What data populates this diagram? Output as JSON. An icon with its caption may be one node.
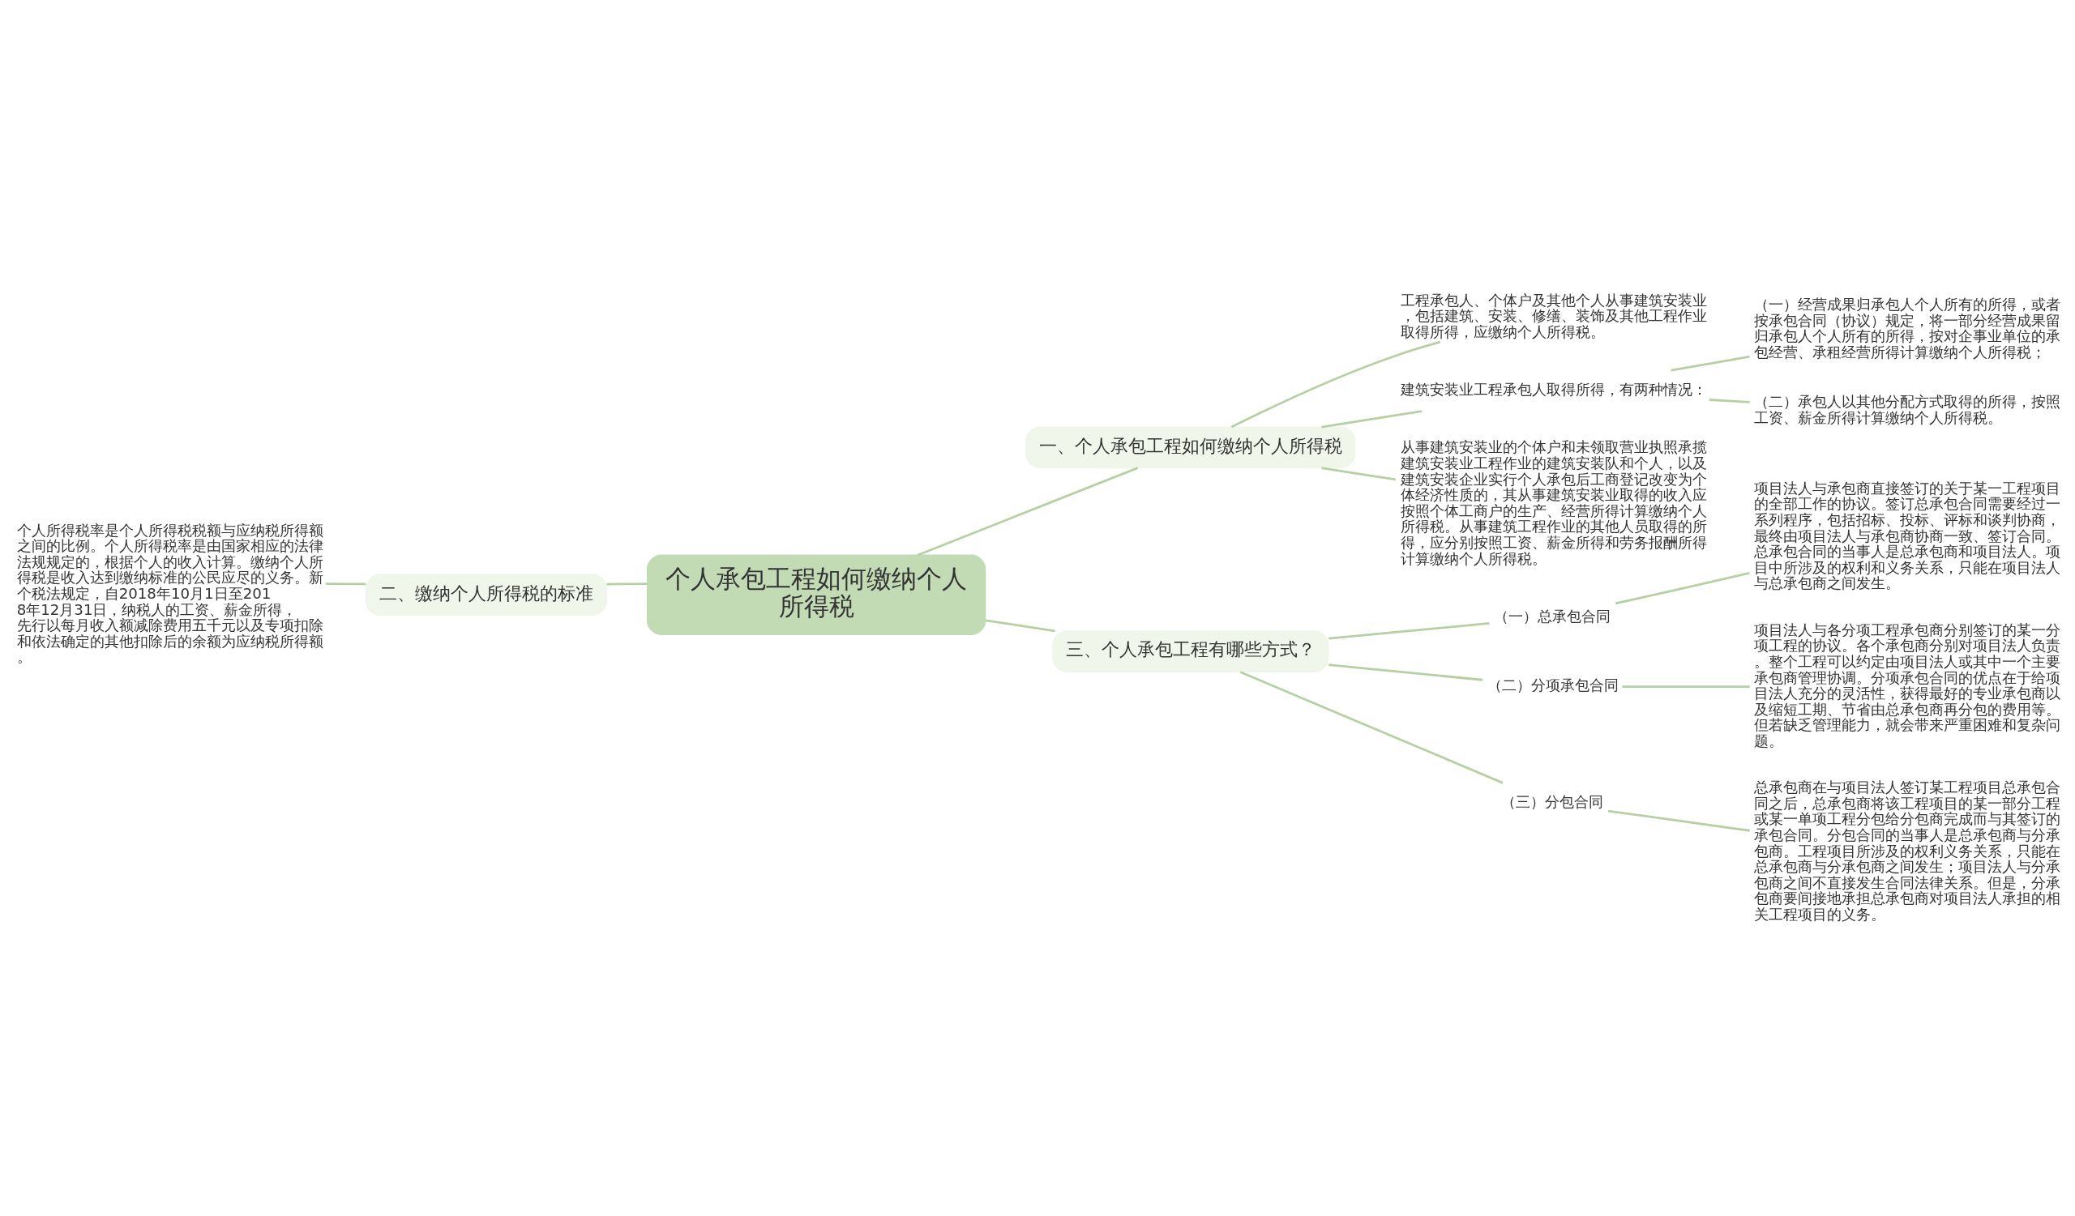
{
  "diagram": {
    "nodes": [
      {
        "text": [
          "个人承包工程如何缴纳个人所得税"
        ]
      },
      {
        "text": [
          "一、个人承包工程如何缴纳个人所得税"
        ]
      },
      {
        "text": [
          "工程承包人、个体户及其他个人从事建筑安装业，包括建筑、安装、修缮、装饰及其他工程作业取得所得，应缴纳个人所得税。"
        ]
      },
      {
        "text": [
          "建筑安装业工程承包人取得所得，有两种情况："
        ]
      },
      {
        "text": [
          "（一）经营成果归承包人个人所有的所得，或者按承包合同（协议）规定，将一部分经营成果留归承包人个人所有的所得，按对企事业单位的承包经营、承租经营所得计算缴纳个人所得税；"
        ]
      },
      {
        "text": [
          "（二）承包人以其他分配方式取得的所得，按照工资、薪金所得计算缴纳个人所得税。"
        ]
      },
      {
        "text": [
          "从事建筑安装业的个体户和未领取营业执照承揽建筑安装业工程作业的建筑安装队和个人，以及建筑安装企业实行个人承包后工商登记改变为个体经济性质的，其从事建筑安装业取得的收入应按照个体工商户的生产、经营所得计算缴纳个人所得税。从事建筑工程作业的其他人员取得的所得，应分别按照工资、薪金所得和劳务报酬所得计算缴纳个人所得税。"
        ]
      },
      {
        "text": [
          "三、个人承包工程有哪些方式？"
        ]
      },
      {
        "text": [
          "（一）总承包合同"
        ]
      },
      {
        "text": [
          "项目法人与承包商直接签订的关于某一工程项目的全部工作的协议。签订总承包合同需要经过一系列程序，包括招标、投标、评标和谈判协商，最终由项目法人与承包商协商一致、签订合同。总承包合同的当事人是总承包商和项目法人。项目中所涉及的权利和义务关系，只能在项目法人与总承包商之间发生。"
        ]
      },
      {
        "text": [
          "（二）分项承包合同"
        ]
      },
      {
        "text": [
          "项目法人与各分项工程承包商分别签订的某一分项工程的协议。各个承包商分别对项目法人负责。整个工程可以约定由项目法人或其中一个主要承包商管理协调。分项承包合同的优点在于给项目法人充分的灵活性，获得最好的专业承包商以及缩短工期、节省由总承包商再分包的费用等。但若缺乏管理能力，就会带来严重困难和复杂问题。"
        ]
      },
      {
        "text": [
          "（三）分包合同"
        ]
      },
      {
        "text": [
          "总承包商在与项目法人签订某工程项目总承包合同之后，总承包商将该工程项目的某一部分工程或某一单项工程分包给分包商完成而与其签订的承包合同。分包合同的当事人是总承包商与分承包商。工程项目所涉及的权利义务关系，只能在总承包商与分承包商之间发生；项目法人与分承包商之间不直接发生合同法律关系。但是，分承包商要间接地承担总承包商对项目法人承担的相关工程项目的义务。"
        ]
      },
      {
        "text": [
          "二、缴纳个人所得税的标准"
        ]
      },
      {
        "text": [
          "个人所得税率是个人所得税税额与应纳税所得额之间的比例。个人所得税率是由国家相应的法律法规规定的，根据个人的收入计算。缴纳个人所得税是收入达到缴纳标准的公民应尽的义务。新个税法规定，自2018年10月1日至2018年12月31日，纳税人的工资、薪金所得，先行以每月收入额减除费用五千元以及专项扣除和依法确定的其他扣除后的余额为应纳税所得额。"
        ]
      }
    ],
    "edges": [
      {
        "from": 0,
        "to": 1,
        "arrow": "none"
      },
      {
        "from": 1,
        "to": 2,
        "arrow": "none"
      },
      {
        "from": 1,
        "to": 3,
        "arrow": "none"
      },
      {
        "from": 3,
        "to": 4,
        "arrow": "none"
      },
      {
        "from": 3,
        "to": 5,
        "arrow": "none"
      },
      {
        "from": 1,
        "to": 6,
        "arrow": "none"
      },
      {
        "from": 0,
        "to": 7,
        "arrow": "none"
      },
      {
        "from": 7,
        "to": 8,
        "arrow": "none"
      },
      {
        "from": 8,
        "to": 9,
        "arrow": "none"
      },
      {
        "from": 7,
        "to": 10,
        "arrow": "none"
      },
      {
        "from": 10,
        "to": 11,
        "arrow": "none"
      },
      {
        "from": 7,
        "to": 12,
        "arrow": "none"
      },
      {
        "from": 12,
        "to": 13,
        "arrow": "none"
      },
      {
        "from": 0,
        "to": 14,
        "arrow": "none"
      },
      {
        "from": 14,
        "to": 15,
        "arrow": "none"
      }
    ]
  }
}
